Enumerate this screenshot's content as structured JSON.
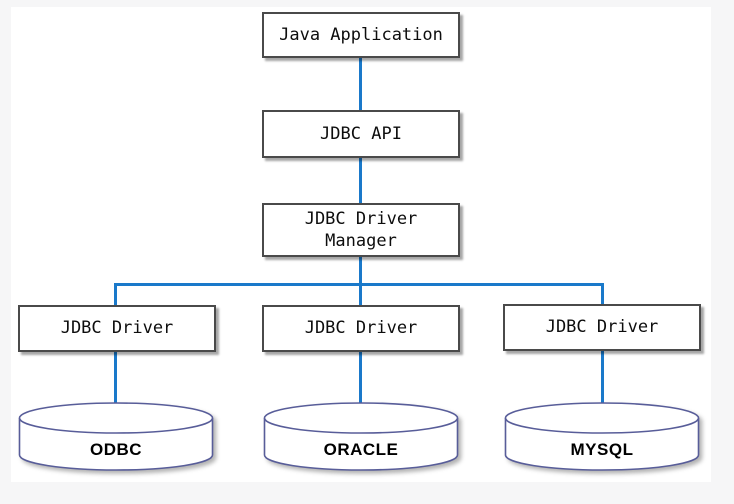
{
  "diagram": {
    "nodes": {
      "java_application": "Java Application",
      "jdbc_api": "JDBC API",
      "driver_manager_line1": "JDBC Driver",
      "driver_manager_line2": "Manager",
      "drivers": [
        "JDBC Driver",
        "JDBC Driver",
        "JDBC Driver"
      ],
      "databases": [
        "ODBC",
        "ORACLE",
        "MYSQL"
      ]
    },
    "colors": {
      "connector_blue": "#1a79ca",
      "box_border": "#4a4a4a",
      "cylinder_border": "#585d99",
      "canvas_background": "#ffffff",
      "page_background": "#f6f6f7",
      "text": "#000000"
    }
  }
}
